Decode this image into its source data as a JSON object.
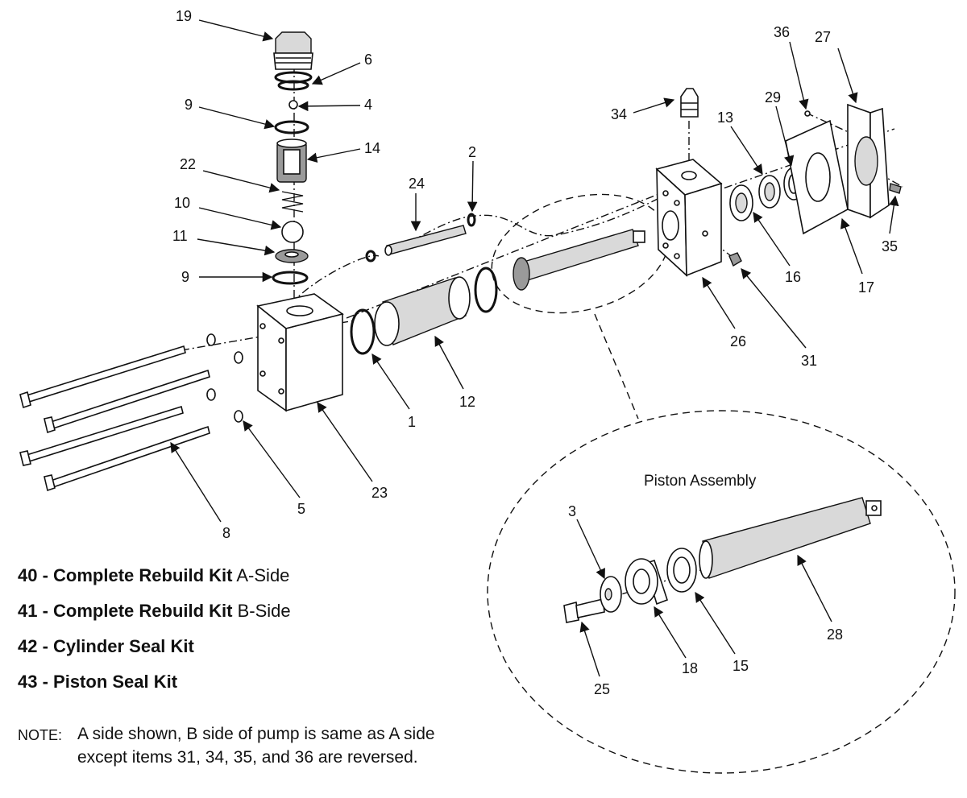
{
  "callouts": {
    "c19": "19",
    "c6": "6",
    "c4": "4",
    "c9a": "9",
    "c14": "14",
    "c22": "22",
    "c10": "10",
    "c11": "11",
    "c9b": "9",
    "c24": "24",
    "c2": "2",
    "c34": "34",
    "c13": "13",
    "c29": "29",
    "c36": "36",
    "c27": "27",
    "c35": "35",
    "c16": "16",
    "c17": "17",
    "c26": "26",
    "c31": "31",
    "c1": "1",
    "c12": "12",
    "c23": "23",
    "c5": "5",
    "c8": "8",
    "c3": "3",
    "c18": "18",
    "c15": "15",
    "c25": "25",
    "c28": "28"
  },
  "piston_assembly_label": "Piston Assembly",
  "kits": [
    {
      "code": "40 - ",
      "name": "Complete Rebuild Kit",
      "suffix": " A-Side"
    },
    {
      "code": "41 - ",
      "name": "Complete Rebuild Kit",
      "suffix": " B-Side"
    },
    {
      "code": "42 - ",
      "name": "Cylinder Seal Kit",
      "suffix": ""
    },
    {
      "code": "43 - ",
      "name": "Piston Seal Kit",
      "suffix": ""
    }
  ],
  "note": {
    "label": "NOTE:",
    "line1": "A side shown, B side of pump is same as A side",
    "line2": "except items 31, 34, 35, and 36 are reversed."
  }
}
